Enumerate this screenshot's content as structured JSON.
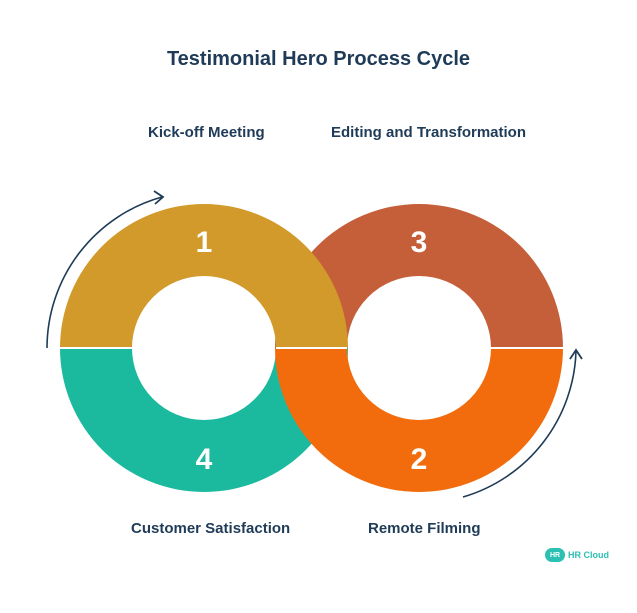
{
  "title": "Testimonial Hero Process Cycle",
  "steps": [
    {
      "number": "1",
      "label": "Kick-off Meeting",
      "color": "#d19a2a"
    },
    {
      "number": "2",
      "label": "Remote Filming",
      "color": "#f26c0d"
    },
    {
      "number": "3",
      "label": "Editing and Transformation",
      "color": "#c55f3a"
    },
    {
      "number": "4",
      "label": "Customer Satisfaction",
      "color": "#1bb99d"
    }
  ],
  "logo": {
    "badge": "HR",
    "text": "HR Cloud"
  },
  "colors": {
    "title": "#1f3b57",
    "arrow": "#1f3b57",
    "logo": "#2cc0b3"
  }
}
